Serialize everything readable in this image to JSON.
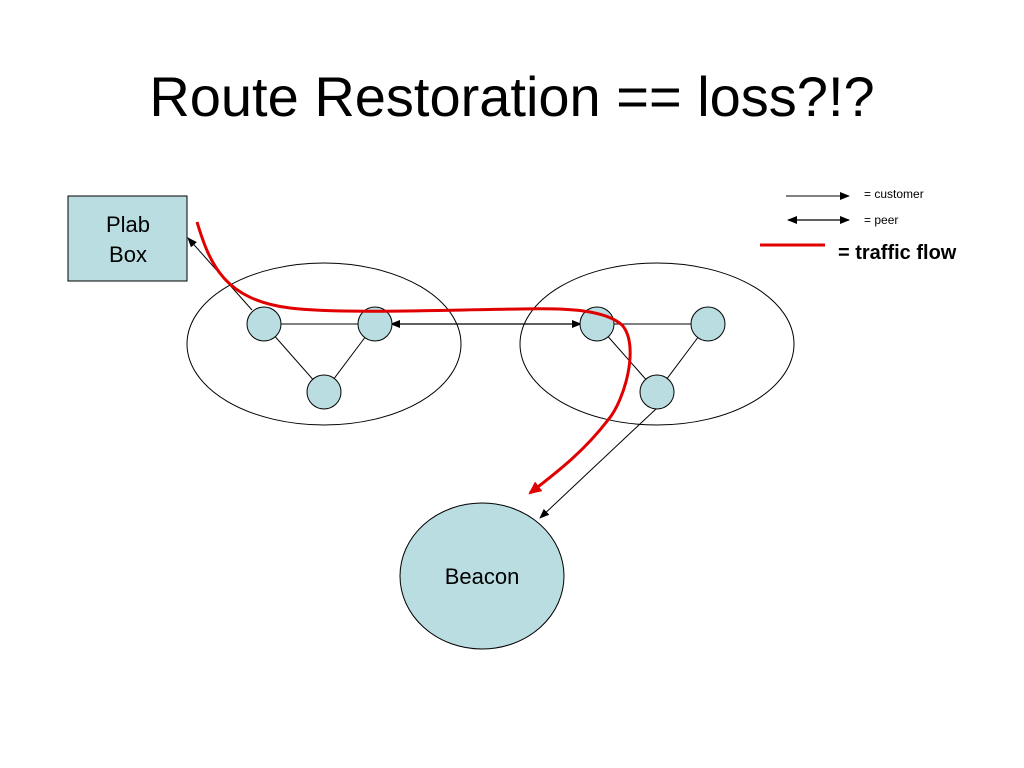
{
  "slide": {
    "title": "Route Restoration == loss?!?"
  },
  "diagram": {
    "plab_box": {
      "label_line1": "Plab",
      "label_line2": "Box"
    },
    "beacon": {
      "label": "Beacon"
    },
    "legend": {
      "customer": "= customer",
      "peer": "= peer",
      "traffic_flow": "= traffic flow"
    }
  },
  "colors": {
    "node_fill": "#b9dde1",
    "traffic": "#e00000",
    "stroke": "#000000"
  }
}
